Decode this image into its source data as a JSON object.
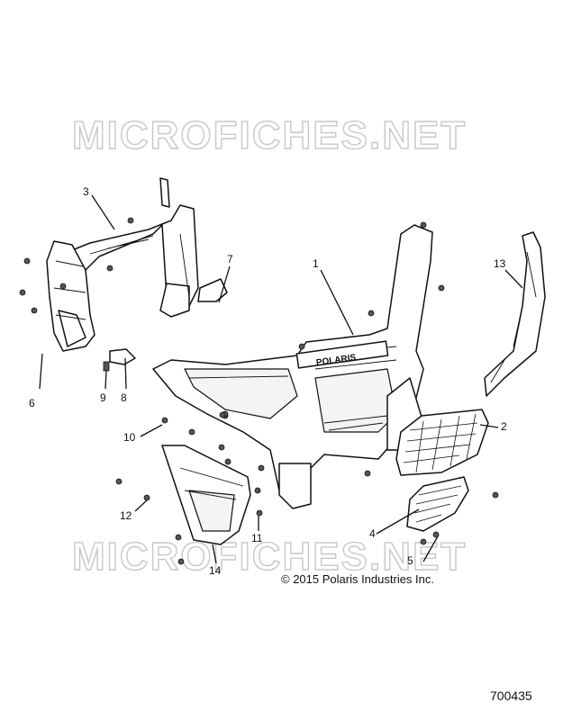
{
  "watermark": "MICROFICHES.NET",
  "copyright": "© 2015 Polaris Industries Inc.",
  "figure_number": "700435",
  "brand_on_part": "POLARIS",
  "callouts": [
    "1",
    "2",
    "3",
    "4",
    "5",
    "6",
    "7",
    "8",
    "9",
    "10",
    "11",
    "12",
    "13",
    "14"
  ]
}
